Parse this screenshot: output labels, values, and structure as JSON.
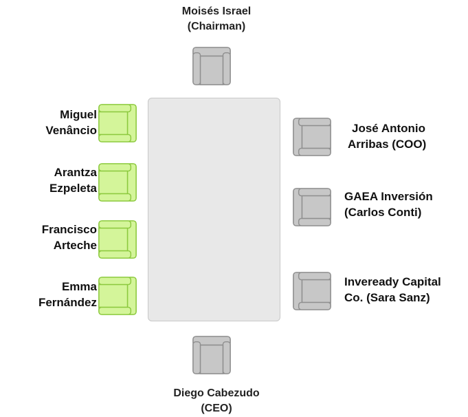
{
  "colors": {
    "table": "#e8e8e8",
    "chair_gray": "#c7c7c7",
    "chair_gray_stroke": "#8f8f8f",
    "chair_green": "#d4f59a",
    "chair_green_stroke": "#8cc93e"
  },
  "icons": {
    "chair": "armchair-icon"
  },
  "top_seat": {
    "line1": "Moisés Israel",
    "line2": "(Chairman)"
  },
  "bottom_seat": {
    "line1": "Diego Cabezudo",
    "line2": "(CEO)"
  },
  "left_seats": [
    {
      "line1": "Miguel",
      "line2": "Venâncio"
    },
    {
      "line1": "Arantza",
      "line2": "Ezpeleta"
    },
    {
      "line1": "Francisco",
      "line2": "Arteche"
    },
    {
      "line1": "Emma",
      "line2": "Fernández"
    }
  ],
  "right_seats": [
    {
      "line1": "José Antonio",
      "line2": "Arribas (COO)"
    },
    {
      "line1": "GAEA Inversión",
      "line2": "(Carlos Conti)"
    },
    {
      "line1": "Inveready Capital",
      "line2": "Co. (Sara Sanz)"
    }
  ]
}
